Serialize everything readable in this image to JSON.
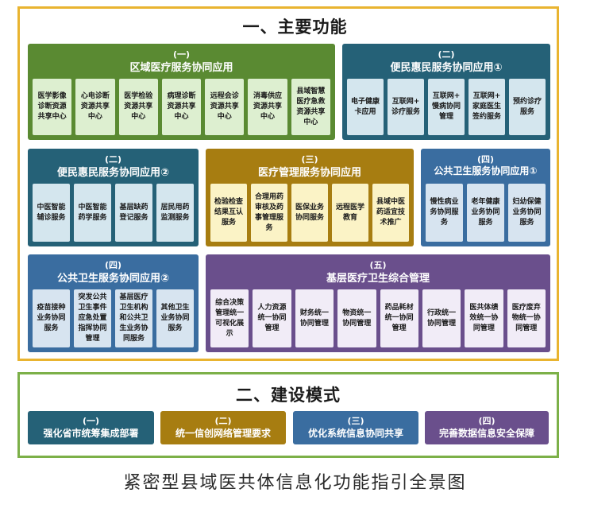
{
  "section1": {
    "title": "一、主要功能",
    "panels": [
      {
        "num": "(一)",
        "title": "区域医疗服务协同应用",
        "items": [
          "医学影像\n诊断资源\n共享中心",
          "心电诊断\n资源共享\n中心",
          "医学检验\n资源共享\n中心",
          "病理诊断\n资源共享\n中心",
          "远程会诊\n资源共享\n中心",
          "消毒供应\n资源共享\n中心",
          "县域智慧\n医疗急救\n资源共享\n中心"
        ]
      },
      {
        "num": "(二)",
        "title": "便民惠民服务协同应用①",
        "items": [
          "电子健康\n卡应用",
          "互联网+\n诊疗服务",
          "互联网+\n慢病协同\n管理",
          "互联网+\n家庭医生\n签约服务",
          "预约诊疗\n服务"
        ]
      },
      {
        "num": "(二)",
        "title": "便民惠民服务协同应用②",
        "items": [
          "中医智能\n辅诊服务",
          "中医智能\n药学服务",
          "基层缺药\n登记服务",
          "居民用药\n监测服务"
        ]
      },
      {
        "num": "(三)",
        "title": "医疗管理服务协同应用",
        "items": [
          "检验检查\n结果互认\n服务",
          "合理用药\n审核及药\n事管理服\n务",
          "医保业务\n协同服务",
          "远程医学\n教育",
          "县域中医\n药适宜技\n术推广"
        ]
      },
      {
        "num": "(四)",
        "title": "公共卫生服务协同应用①",
        "items": [
          "慢性病业\n务协同服\n务",
          "老年健康\n业务协同\n服务",
          "妇幼保健\n业务协同\n服务"
        ]
      },
      {
        "num": "(四)",
        "title": "公共卫生服务协同应用②",
        "items": [
          "疫苗接种\n业务协同\n服务",
          "突发公共\n卫生事件\n应急处置\n指挥协同\n管理",
          "基层医疗\n卫生机构\n和公共卫\n生业务协\n同服务",
          "其他卫生\n业务协同\n服务"
        ]
      },
      {
        "num": "(五)",
        "title": "基层医疗卫生综合管理",
        "items": [
          "综合决策\n管理统一\n可视化展\n示",
          "人力资源\n统一协同\n管理",
          "财务统一\n协同管理",
          "物资统一\n协同管理",
          "药品耗材\n统一协同\n管理",
          "行政统一\n协同管理",
          "医共体绩\n效统一协\n同管理",
          "医疗废弃\n物统一协\n同管理"
        ]
      }
    ]
  },
  "section2": {
    "title": "二、建设模式",
    "modes": [
      {
        "num": "(一)",
        "label": "强化省市统筹集成部署"
      },
      {
        "num": "(二)",
        "label": "统一信创网络管理要求"
      },
      {
        "num": "(三)",
        "label": "优化系统信息协同共享"
      },
      {
        "num": "(四)",
        "label": "完善数据信息安全保障"
      }
    ]
  },
  "caption": "紧密型县域医共体信息化功能指引全景图",
  "colors": {
    "frame1": "#e9b430",
    "frame2": "#7cb048",
    "green": "#5a8a32",
    "teal": "#256177",
    "gold": "#a77d11",
    "blue": "#3a6da0",
    "purple": "#6a4f8c"
  }
}
